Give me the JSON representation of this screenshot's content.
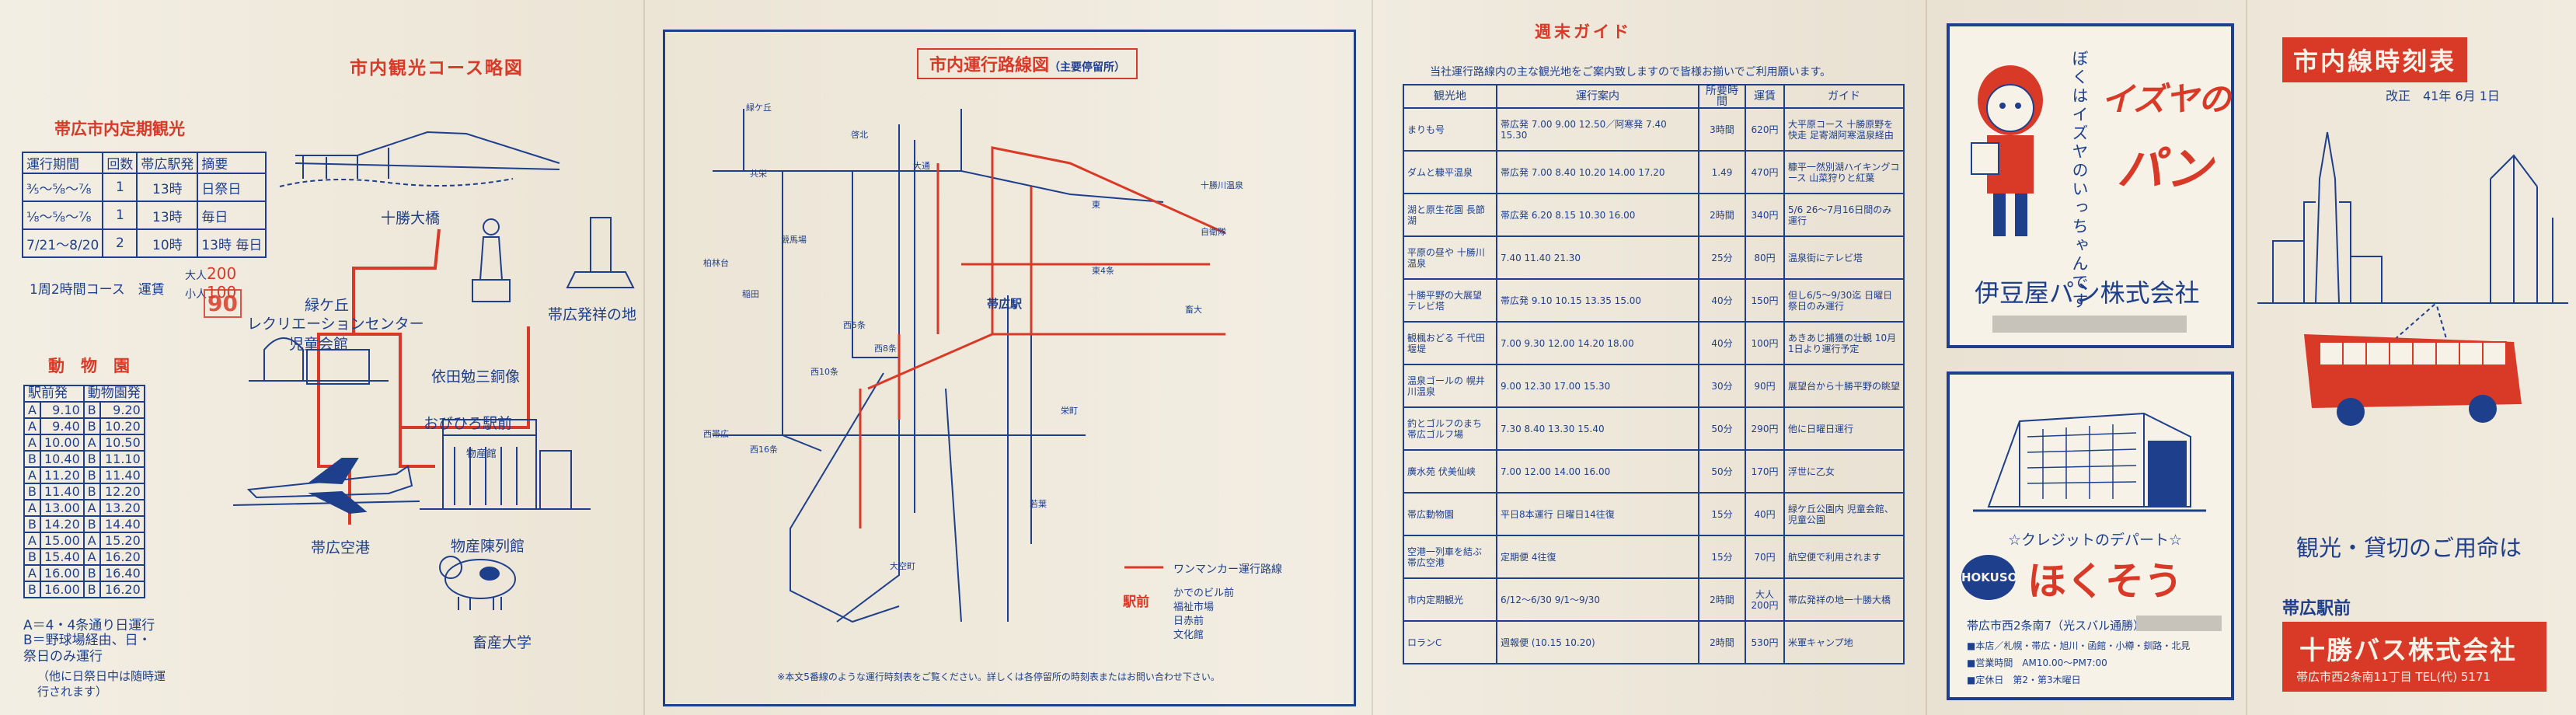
{
  "tour": {
    "heading": "市内観光コース略図",
    "subheading": "帯広市内定期観光",
    "table_headers": [
      "運行期間",
      "回数",
      "帯広駅発",
      "摘要"
    ],
    "table_rows": [
      [
        "⅗～⅝～⅞",
        "1",
        "13時",
        "日祭日"
      ],
      [
        "⅛～⅝～⅞",
        "1",
        "13時",
        "毎日"
      ],
      [
        "7/21～8/20",
        "2",
        "10時",
        "13時 毎日"
      ]
    ],
    "course_note": "1周2時間コース　運賃",
    "fare_adult": "大人",
    "fare_adult_price": "200",
    "fare_child": "小人",
    "fare_child_price": "100",
    "stamp": "90",
    "places": [
      "十勝大橋",
      "緑ケ丘",
      "レクリエーションセンター",
      "児童会館",
      "依田勉三銅像",
      "帯広発祥の地",
      "おびひろ駅前",
      "物産陳列館",
      "帯広空港",
      "畜産大学"
    ],
    "building_sign": "物産館"
  },
  "zoo": {
    "heading": "動　物　園",
    "headers": [
      "駅前発",
      "動物園発"
    ],
    "rows": [
      [
        "A",
        "9.10",
        "B",
        "9.20"
      ],
      [
        "A",
        "9.40",
        "B",
        "10.20"
      ],
      [
        "A",
        "10.00",
        "A",
        "10.50"
      ],
      [
        "B",
        "10.40",
        "B",
        "11.10"
      ],
      [
        "A",
        "11.20",
        "B",
        "11.40"
      ],
      [
        "B",
        "11.40",
        "B",
        "12.20"
      ],
      [
        "A",
        "13.00",
        "A",
        "13.20"
      ],
      [
        "B",
        "14.20",
        "B",
        "14.40"
      ],
      [
        "A",
        "15.00",
        "A",
        "15.20"
      ],
      [
        "B",
        "15.40",
        "A",
        "16.20"
      ],
      [
        "A",
        "16.00",
        "B",
        "16.40"
      ],
      [
        "B",
        "16.00",
        "B",
        "16.20"
      ]
    ],
    "notes": [
      "A＝4・4条通り日運行",
      "B＝野球場経由、日・祭日のみ運行",
      "（他に日祭日中は随時運行されます）"
    ]
  },
  "map": {
    "heading": "市内運行路線図",
    "subheading": "（主要停留所）",
    "labels": [
      "緑ケ丘",
      "大通",
      "西5条",
      "西10条",
      "西16条",
      "東",
      "帯広駅",
      "自衛隊",
      "畜大",
      "柏林台",
      "稲田",
      "西帯広",
      "共栄",
      "競馬場",
      "啓北",
      "栄町",
      "若葉",
      "大空町",
      "西8条",
      "東4条",
      "十勝川温泉"
    ],
    "legend_line": "ワンマンカー運行路線",
    "legend_station": "駅前",
    "legend_items": [
      "かでのビル前",
      "福祉市場",
      "日赤前",
      "文化館"
    ],
    "footer": "※本文5番線のような運行時刻表をご覧ください。詳しくは各停留所の時刻表またはお問い合わせ下さい。"
  },
  "weekend": {
    "heading": "週末ガイド",
    "intro": "当社運行路線内の主な観光地をご案内致しますので皆様お揃いでご利用願います。",
    "headers": [
      "観光地",
      "運行案内",
      "所要時間",
      "運賃",
      "ガイド"
    ],
    "rows": [
      {
        "place": "まりも号",
        "times": "帯広発 7.00 9.00 12.50／阿寒発 7.40 15.30",
        "dur": "3時間",
        "fare": "620円",
        "guide": "大平原コース 十勝原野を快走 足寄湖阿寒温泉経由"
      },
      {
        "place": "ダムと糠平温泉",
        "times": "帯広発 7.00 8.40 10.20 14.00 17.20",
        "dur": "1.49",
        "fare": "470円",
        "guide": "糠平一然別湖ハイキングコース 山菜狩りと紅葉"
      },
      {
        "place": "湖と原生花園 長節湖",
        "times": "帯広発 6.20 8.15 10.30 16.00",
        "dur": "2時間",
        "fare": "340円",
        "guide": "5/6 26～7月16日間のみ運行"
      },
      {
        "place": "平原の昼や 十勝川温泉",
        "times": "7.40 11.40 21.30",
        "dur": "25分",
        "fare": "80円",
        "guide": "温泉街にテレビ塔"
      },
      {
        "place": "十勝平野の大展望 テレビ塔",
        "times": "帯広発 9.10 10.15 13.35 15.00",
        "dur": "40分",
        "fare": "150円",
        "guide": "但し6/5～9/30迄 日曜日祭日のみ運行"
      },
      {
        "place": "観楓おどる 千代田堰堤",
        "times": "7.00 9.30 12.00 14.20 18.00",
        "dur": "40分",
        "fare": "100円",
        "guide": "あきあじ捕獲の壮観 10月1日より運行予定"
      },
      {
        "place": "温泉ゴールの 幌井川温泉",
        "times": "9.00 12.30 17.00 15.30",
        "dur": "30分",
        "fare": "90円",
        "guide": "展望台から十勝平野の眺望"
      },
      {
        "place": "釣とゴルフのまち 帯広ゴルフ場",
        "times": "7.30 8.40 13.30 15.40",
        "dur": "50分",
        "fare": "290円",
        "guide": "他に日曜日運行"
      },
      {
        "place": "廣水苑 伏美仙峡",
        "times": "7.00 12.00 14.00 16.00",
        "dur": "50分",
        "fare": "170円",
        "guide": "浮世に乙女"
      },
      {
        "place": "帯広動物園",
        "times": "平日8本運行 日曜日14往復",
        "dur": "15分",
        "fare": "40円",
        "guide": "緑ケ丘公園内 児童会館、児童公園"
      },
      {
        "place": "空港一列車を結ぶ 帯広空港",
        "times": "定期便 4往復",
        "dur": "15分",
        "fare": "70円",
        "guide": "航空便で利用されます"
      },
      {
        "place": "市内定期観光",
        "times": "6/12～6/30 9/1～9/30",
        "dur": "2時間",
        "fare": "大人200円",
        "guide": "帯広発祥の地一十勝大橋"
      },
      {
        "place": "ロランC",
        "times": "週報便 (10.15 10.20)",
        "dur": "2時間",
        "fare": "530円",
        "guide": "米軍キャンプ地"
      }
    ]
  },
  "ad1": {
    "vertical_text": "ぼくはイズヤのいっちゃんです",
    "brand": "イズヤの",
    "product": "パン",
    "company": "伊豆屋パン株式会社"
  },
  "ad2": {
    "tagline": "☆クレジットのデパート☆",
    "logo_latin": "HOKUSO",
    "logo_kana": "ほくそう",
    "address": "帯広市西2条南7（光スバル通勝）",
    "lines": [
      "■本店／札幌・帯広・旭川・函館・小樽・釧路・北見",
      "■営業時間　AM10.00～PM7:00",
      "■定休日　第2・第3木曜日"
    ]
  },
  "cover": {
    "title": "市内線時刻表",
    "revision": "改正　41年 6月 1日",
    "tagline": "観光・貸切のご用命は",
    "station": "帯広駅前",
    "company": "十勝バス株式会社",
    "address": "帯広市西2条南11丁目 TEL(代) 5171"
  }
}
